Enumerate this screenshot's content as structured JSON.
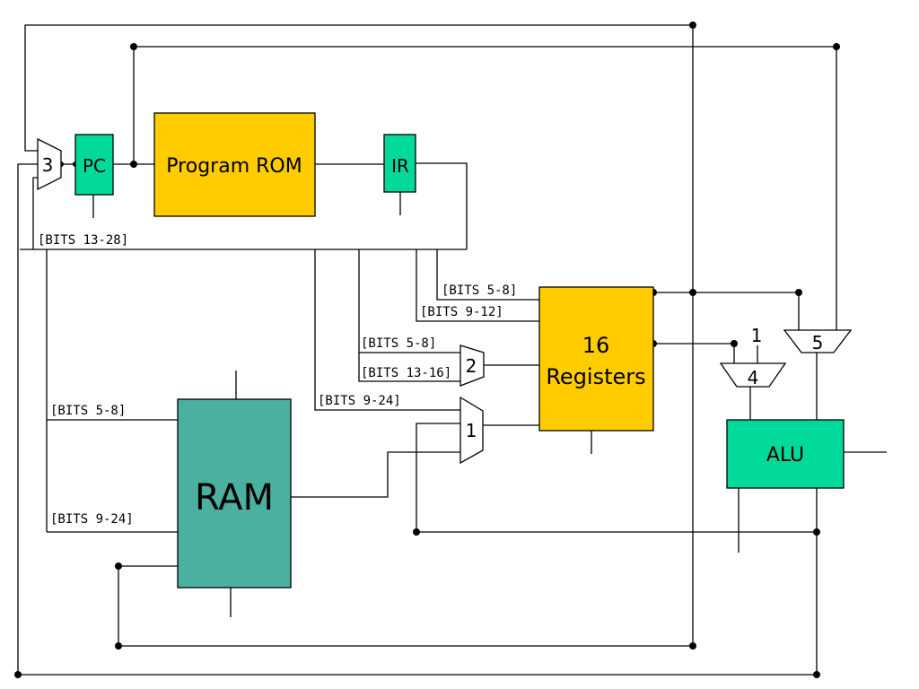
{
  "blocks": {
    "pc": "PC",
    "program_rom": "Program ROM",
    "ir": "IR",
    "registers_line1": "16",
    "registers_line2": "Registers",
    "ram": "RAM",
    "alu": "ALU"
  },
  "muxes": {
    "mux1": "1",
    "mux2": "2",
    "mux3": "3",
    "mux4": "4",
    "mux5": "5",
    "const_one": "1"
  },
  "bit_labels": {
    "ir_bits_13_28": "[BITS 13-28]",
    "reg_bits_5_8": "[BITS 5-8]",
    "reg_bits_9_12": "[BITS 9-12]",
    "mux2_bits_5_8": "[BITS 5-8]",
    "mux2_bits_13_16": "[BITS 13-16]",
    "mux1_bits_9_24": "[BITS 9-24]",
    "ram_bits_5_8": "[BITS 5-8]",
    "ram_bits_9_24": "[BITS 9-24]"
  },
  "colors": {
    "green_block": "#00d99a",
    "yellow_block": "#ffcc00",
    "ram_block": "#4bb09f",
    "wire": "#000000",
    "background": "#ffffff"
  }
}
